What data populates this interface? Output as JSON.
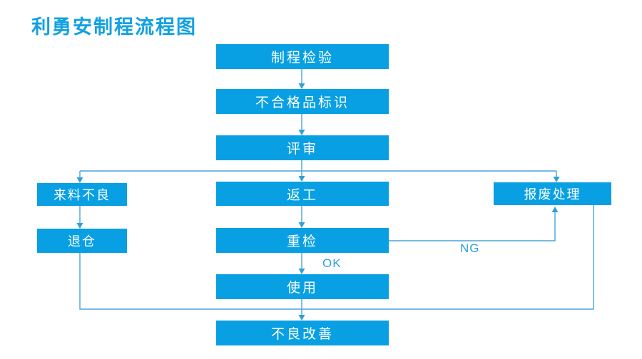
{
  "title": "利勇安制程流程图",
  "colors": {
    "node_fill": "#08a0e3",
    "node_text": "#ffffff",
    "connector": "#4aa4d8",
    "edge_label_text": "#2f9fd9",
    "title_text": "#12a1e2",
    "background": "#ffffff"
  },
  "flowchart": {
    "type": "flowchart",
    "nodes": [
      {
        "id": "process-inspection",
        "label": "制程检验"
      },
      {
        "id": "nonconforming-marking",
        "label": "不合格品标识"
      },
      {
        "id": "review",
        "label": "评审"
      },
      {
        "id": "incoming-defect",
        "label": "来料不良"
      },
      {
        "id": "rework",
        "label": "返工"
      },
      {
        "id": "scrap-disposal",
        "label": "报废处理"
      },
      {
        "id": "return-warehouse",
        "label": "退仓"
      },
      {
        "id": "recheck",
        "label": "重检"
      },
      {
        "id": "use",
        "label": "使用"
      },
      {
        "id": "defect-improvement",
        "label": "不良改善"
      }
    ],
    "edge_labels": [
      {
        "id": "ok",
        "label": "OK"
      },
      {
        "id": "ng",
        "label": "NG"
      }
    ],
    "edges": [
      "制程检验 → 不合格品标识",
      "不合格品标识 → 评审",
      "评审 → 来料不良",
      "评审 → 返工",
      "评审 → 报废处理",
      "来料不良 → 退仓",
      "返工 → 重检",
      "重检 → 使用 (OK)",
      "重检 → 报废处理 (NG)",
      "使用 → 不良改善",
      "退仓 → 不良改善",
      "报废处理 → 不良改善"
    ]
  }
}
